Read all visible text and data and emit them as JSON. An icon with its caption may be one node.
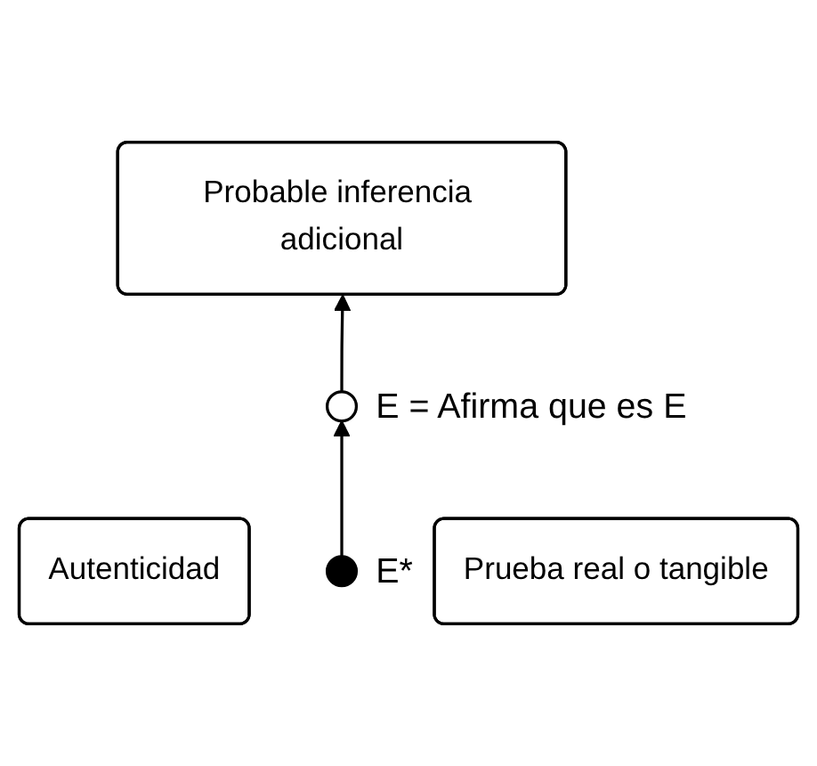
{
  "diagram": {
    "nodes": [
      {
        "text": [
          "Probable inferencia adicional"
        ]
      },
      {
        "text": [],
        "shape": "circle",
        "beside": [
          "E = Afirma que es E"
        ]
      },
      {
        "text": [
          "Autenticidad"
        ]
      },
      {
        "text": [],
        "shape": "circle",
        "beside": [
          "E*"
        ]
      },
      {
        "text": [
          "Prueba real o tangible"
        ]
      }
    ],
    "edges": [
      {
        "from": 3,
        "to": 1,
        "arrow": "to"
      },
      {
        "from": 1,
        "to": 0,
        "arrow": "to"
      }
    ]
  }
}
